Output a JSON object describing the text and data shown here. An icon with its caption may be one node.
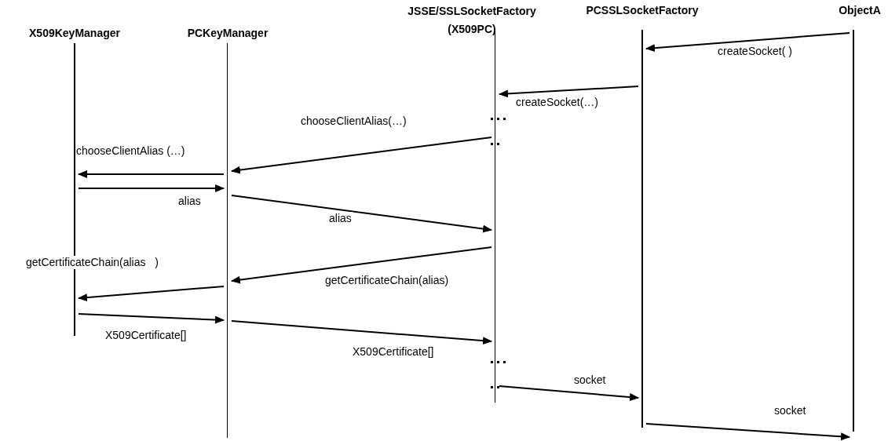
{
  "diagram": {
    "nodes": [
      {
        "text": [
          "X509KeyManager"
        ]
      },
      {
        "text": [
          "PCKeyManager"
        ]
      },
      {
        "text": [
          "JSSE/SSLSocketFactory (X509PC)"
        ]
      },
      {
        "text": [
          "PCSSLSocketFactory"
        ]
      },
      {
        "text": [
          "ObjectA"
        ]
      }
    ],
    "edges": [
      {
        "from": 4,
        "to": 3,
        "arrow": "to",
        "label": "createSocket( )"
      },
      {
        "from": 3,
        "to": 2,
        "arrow": "to",
        "label": "createSocket(…)"
      },
      {
        "from": 2,
        "to": 1,
        "arrow": "to",
        "label": "chooseClientAlias(…)"
      },
      {
        "from": 1,
        "to": 0,
        "arrow": "to",
        "label": "chooseClientAlias (…)"
      },
      {
        "from": 0,
        "to": 1,
        "arrow": "to",
        "label": "alias"
      },
      {
        "from": 1,
        "to": 2,
        "arrow": "to",
        "label": "alias"
      },
      {
        "from": 2,
        "to": 1,
        "arrow": "to",
        "label": "getCertificateChain(alias)"
      },
      {
        "from": 1,
        "to": 0,
        "arrow": "to",
        "label": "getCertificateChain(alias   )"
      },
      {
        "from": 0,
        "to": 1,
        "arrow": "to",
        "label": "X509Certificate[]"
      },
      {
        "from": 1,
        "to": 2,
        "arrow": "to",
        "label": "X509Certificate[]"
      },
      {
        "from": 2,
        "to": 3,
        "arrow": "to",
        "label": "socket"
      },
      {
        "from": 3,
        "to": 4,
        "arrow": "to",
        "label": "socket"
      }
    ]
  }
}
